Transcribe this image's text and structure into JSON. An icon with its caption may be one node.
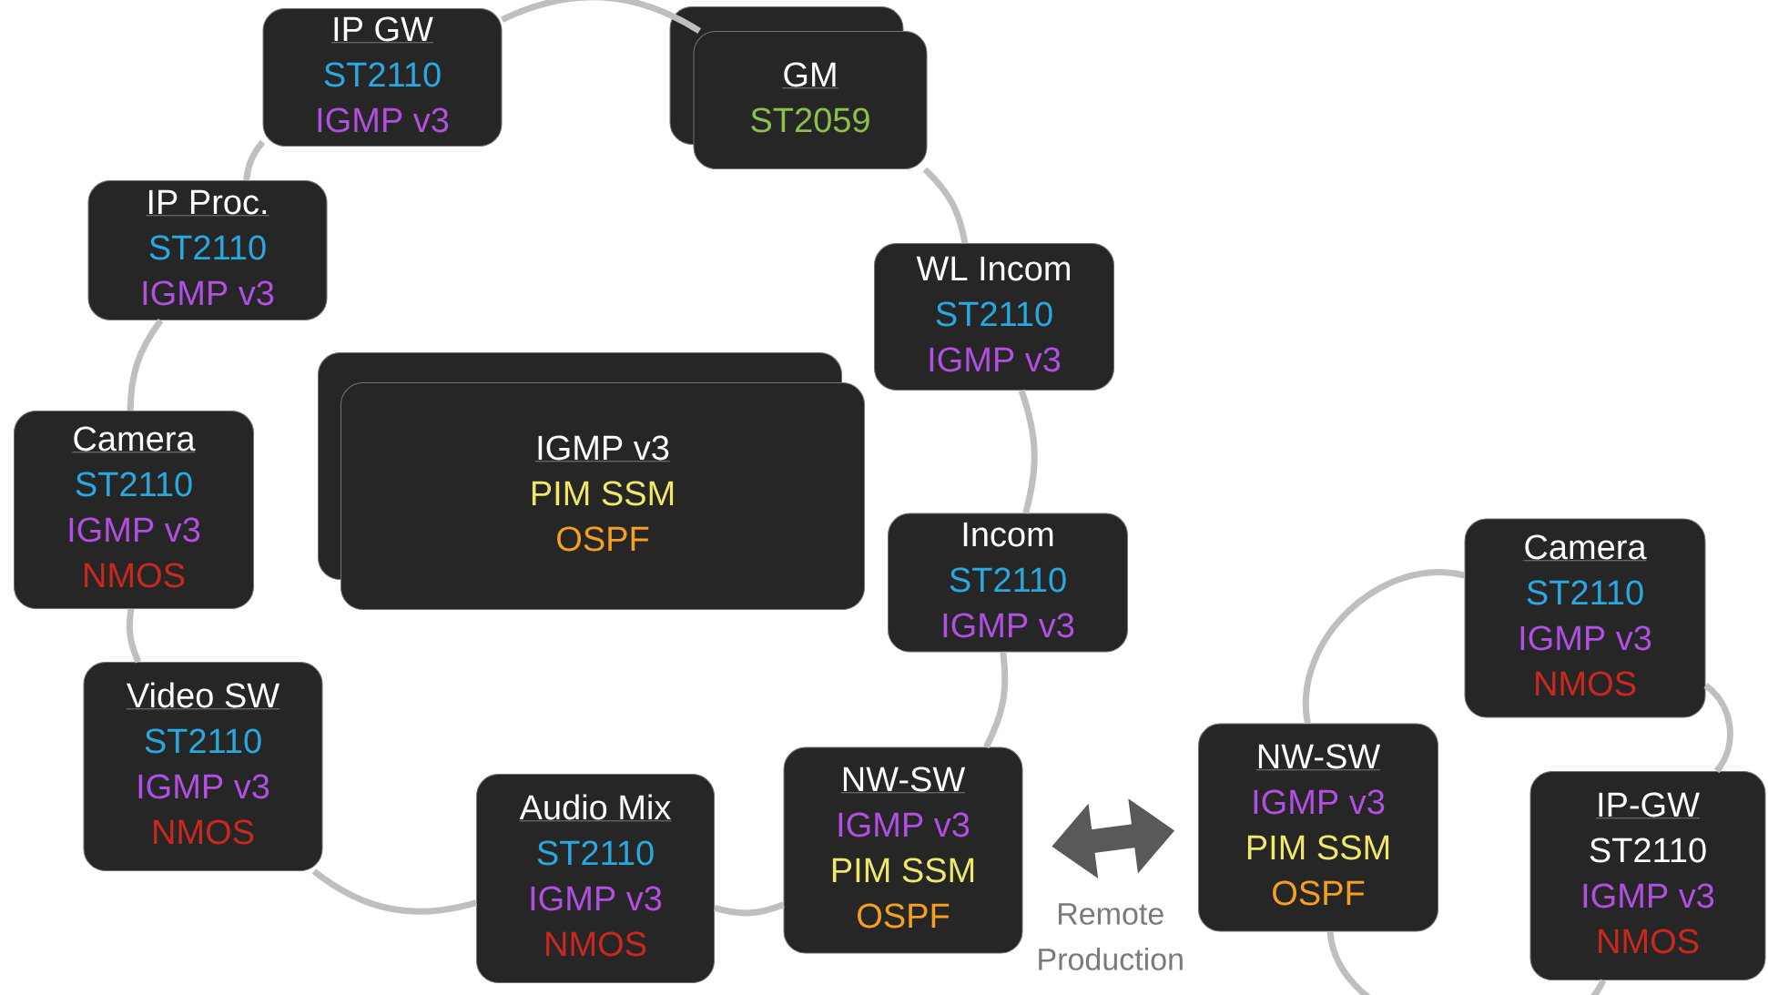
{
  "diagram": {
    "nodes": [
      {
        "text": [
          "IP GW",
          "ST2110",
          "IGMP v3"
        ]
      },
      {
        "text": [
          "GM",
          "ST2059"
        ]
      },
      {
        "text": [
          "WL Incom",
          "ST2110",
          "IGMP v3"
        ]
      },
      {
        "text": [
          "Incom",
          "ST2110",
          "IGMP v3"
        ]
      },
      {
        "text": [
          "NW-SW",
          "IGMP v3",
          "PIM SSM",
          "OSPF"
        ]
      },
      {
        "text": [
          "Audio Mix",
          "ST2110",
          "IGMP v3",
          "NMOS"
        ]
      },
      {
        "text": [
          "Video SW",
          "ST2110",
          "IGMP v3",
          "NMOS"
        ]
      },
      {
        "text": [
          "Camera",
          "ST2110",
          "IGMP v3",
          "NMOS"
        ]
      },
      {
        "text": [
          "IP Proc.",
          "ST2110",
          "IGMP v3"
        ]
      },
      {
        "text": [
          "IGMP v3",
          "PIM SSM",
          "OSPF"
        ]
      },
      {
        "text": [
          "NW-SW",
          "IGMP v3",
          "PIM SSM",
          "OSPF"
        ]
      },
      {
        "text": [
          "Camera",
          "ST2110",
          "IGMP v3",
          "NMOS"
        ]
      },
      {
        "text": [
          "IP-GW",
          "ST2110",
          "IGMP v3",
          "NMOS"
        ]
      }
    ],
    "edges": [
      {
        "from": 0,
        "to": 1,
        "arrow": "none"
      },
      {
        "from": 1,
        "to": 2,
        "arrow": "none"
      },
      {
        "from": 2,
        "to": 3,
        "arrow": "none"
      },
      {
        "from": 3,
        "to": 4,
        "arrow": "none"
      },
      {
        "from": 4,
        "to": 5,
        "arrow": "none"
      },
      {
        "from": 5,
        "to": 6,
        "arrow": "none"
      },
      {
        "from": 6,
        "to": 7,
        "arrow": "none"
      },
      {
        "from": 7,
        "to": 8,
        "arrow": "none"
      },
      {
        "from": 8,
        "to": 0,
        "arrow": "none"
      },
      {
        "from": 10,
        "to": 11,
        "arrow": "none"
      },
      {
        "from": 11,
        "to": 12,
        "arrow": "none"
      },
      {
        "from": 12,
        "to": 10,
        "arrow": "none"
      },
      {
        "from": 4,
        "to": 10,
        "arrow": "both",
        "label": "Remote Production",
        "style": "thick",
        "color": "#595959"
      }
    ]
  }
}
